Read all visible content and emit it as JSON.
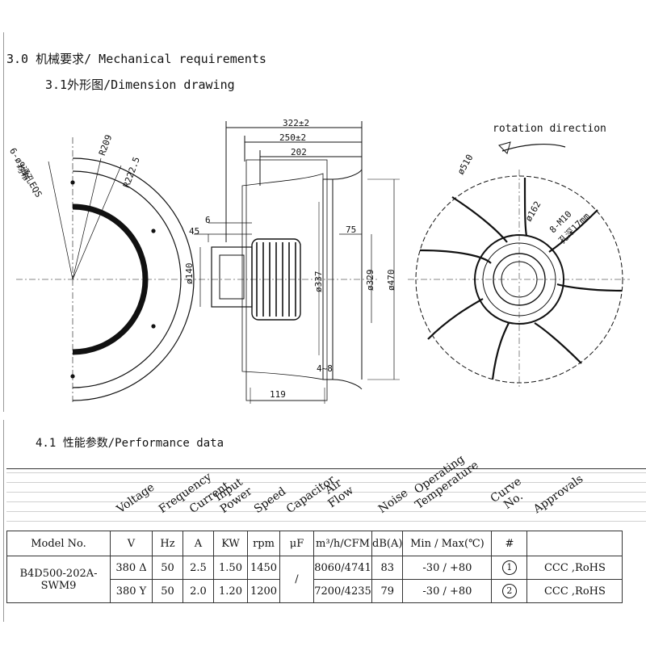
{
  "section_3": {
    "title": "3.0  机械要求/ Mechanical requirements",
    "subtitle": "3.1外形图/Dimension drawing"
  },
  "drawing_left": {
    "holes": "6-ø9通孔EQS",
    "holes_2": "均布",
    "r1": "R209",
    "r2": "R222.5"
  },
  "drawing_side": {
    "d322": "322±2",
    "d250": "250±2",
    "d202": "202",
    "d6": "6",
    "d45": "45",
    "d75": "75",
    "d140": "ø140",
    "d337": "ø337",
    "d329": "ø329",
    "d470": "ø470",
    "d4_8": "4~8",
    "d119": "119"
  },
  "drawing_right": {
    "rotation": "rotation direction",
    "d510": "ø510",
    "d162": "ø162",
    "m10": "8-M10",
    "depth": "孔深17mm"
  },
  "section_4": {
    "title": "4.1 性能参数/Performance data"
  },
  "table": {
    "headers": [
      "Voltage",
      "Frequency",
      "Current",
      "Input Power",
      "Speed",
      "Capacitor",
      "Air Flow",
      "Noise",
      "Operating Temperature",
      "Curve No.",
      "Approvals"
    ],
    "units": [
      "Model No.",
      "V",
      "Hz",
      "A",
      "KW",
      "rpm",
      "μF",
      "m³/h/CFM",
      "dB(A)",
      "Min / Max(℃)",
      "#",
      ""
    ],
    "model": "B4D500-202A-SWM9",
    "rows": [
      {
        "voltage": "380 Δ",
        "hz": "50",
        "a": "2.5",
        "kw": "1.50",
        "rpm": "1450",
        "uf": "/",
        "flow": "8060/4741",
        "db": "83",
        "temp": "-30 / +80",
        "curve": "1",
        "approvals": "CCC ,RoHS"
      },
      {
        "voltage": "380 Y",
        "hz": "50",
        "a": "2.0",
        "kw": "1.20",
        "rpm": "1200",
        "uf": "",
        "flow": "7200/4235",
        "db": "79",
        "temp": "-30 / +80",
        "curve": "2",
        "approvals": "CCC ,RoHS"
      }
    ]
  }
}
